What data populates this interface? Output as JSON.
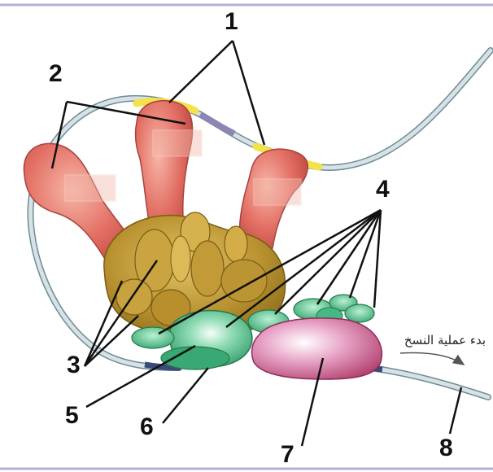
{
  "figure": {
    "labels": [
      "1",
      "2",
      "3",
      "4",
      "5",
      "6",
      "7",
      "8"
    ],
    "caption": "بدء عملية النسخ"
  },
  "colors": {
    "dna_strand": "#d7e2e6",
    "dna_outline": "#6f8b96",
    "activator": "#e06a62",
    "enhancer": "#f3e24a",
    "mediator": "#b58f28",
    "general_factors": "#45b885",
    "rna_polymerase": "#c4507e",
    "frame": "#b7aed6"
  }
}
